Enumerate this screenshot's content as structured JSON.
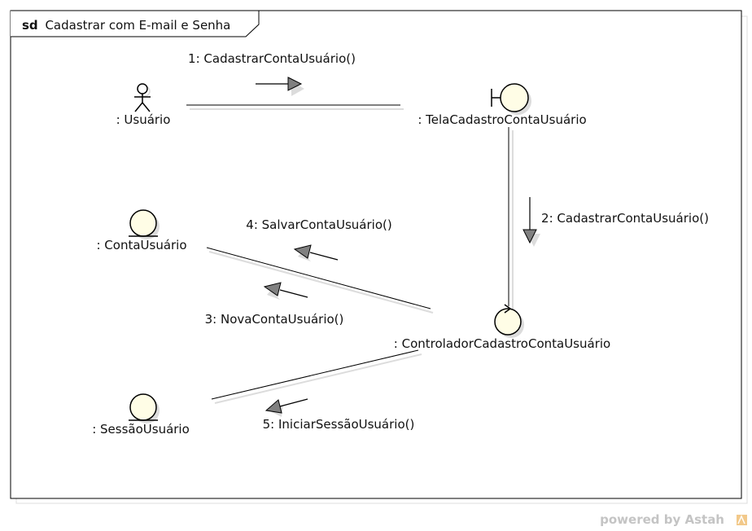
{
  "frame": {
    "keyword": "sd",
    "title": "Cadastrar com E-mail e Senha"
  },
  "lifelines": [
    {
      "id": "usuario",
      "kind": "actor",
      "label": ": Usuário"
    },
    {
      "id": "tela",
      "kind": "boundary",
      "label": ": TelaCadastroContaUsuário"
    },
    {
      "id": "conta",
      "kind": "entity",
      "label": ": ContaUsuário"
    },
    {
      "id": "controlador",
      "kind": "control",
      "label": ": ControladorCadastroContaUsuário"
    },
    {
      "id": "sessao",
      "kind": "entity",
      "label": ": SessãoUsuário"
    }
  ],
  "messages": [
    {
      "label": "1: CadastrarContaUsuário()",
      "from": "usuario",
      "to": "tela"
    },
    {
      "label": "2: CadastrarContaUsuário()",
      "from": "tela",
      "to": "controlador"
    },
    {
      "label": "3: NovaContaUsuário()",
      "from": "controlador",
      "to": "conta"
    },
    {
      "label": "4: SalvarContaUsuário()",
      "from": "controlador",
      "to": "conta"
    },
    {
      "label": "5: IniciarSessãoUsuário()",
      "from": "controlador",
      "to": "sessao"
    }
  ],
  "watermark": {
    "text": "powered by Astah"
  },
  "colors": {
    "fill": "#fffde6",
    "stroke": "#000000",
    "shadow": "#dcdcdc",
    "arrow": "#808080"
  }
}
